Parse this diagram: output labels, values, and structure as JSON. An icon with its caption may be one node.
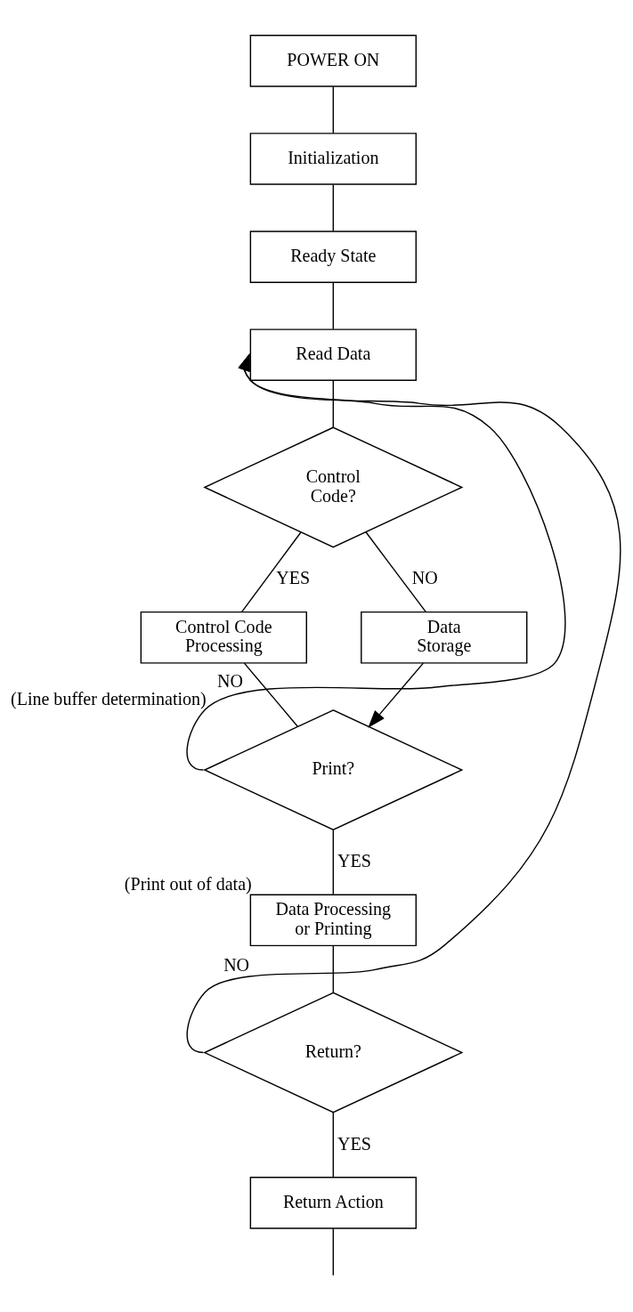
{
  "diagram": {
    "nodes": [
      {
        "text": [
          "POWER ON"
        ]
      },
      {
        "text": [
          "Initialization"
        ]
      },
      {
        "text": [
          "Ready State"
        ]
      },
      {
        "text": [
          "Read Data"
        ]
      },
      {
        "text": [
          "Control Code?"
        ]
      },
      {
        "text": [
          "Control Code Processing"
        ]
      },
      {
        "text": [
          "Data Storage"
        ]
      },
      {
        "text": [
          "Print?"
        ],
        "beside": [
          "(Line buffer determination)"
        ]
      },
      {
        "text": [
          "Data Processing or Printing"
        ],
        "beside": [
          "(Print out of data)"
        ]
      },
      {
        "text": [
          "Return?"
        ]
      },
      {
        "text": [
          "Return Action"
        ]
      }
    ],
    "edges": [
      {
        "from": 0,
        "to": 1,
        "arrow": "none"
      },
      {
        "from": 1,
        "to": 2,
        "arrow": "none"
      },
      {
        "from": 2,
        "to": 3,
        "arrow": "none"
      },
      {
        "from": 3,
        "to": 4,
        "arrow": "none"
      },
      {
        "from": 4,
        "to": 5,
        "arrow": "none",
        "label": "YES"
      },
      {
        "from": 4,
        "to": 6,
        "arrow": "none",
        "label": "NO"
      },
      {
        "from": 5,
        "to": 7,
        "arrow": "none"
      },
      {
        "from": 6,
        "to": 7,
        "arrow": "to"
      },
      {
        "from": 7,
        "to": 3,
        "arrow": "to",
        "label": "NO"
      },
      {
        "from": 7,
        "to": 8,
        "arrow": "none",
        "label": "YES"
      },
      {
        "from": 8,
        "to": 9,
        "arrow": "none"
      },
      {
        "from": 9,
        "to": 3,
        "arrow": "to",
        "label": "NO"
      },
      {
        "from": 9,
        "to": 10,
        "arrow": "none",
        "label": "YES"
      },
      {
        "from": 10,
        "to": null,
        "arrow": "none"
      }
    ]
  }
}
